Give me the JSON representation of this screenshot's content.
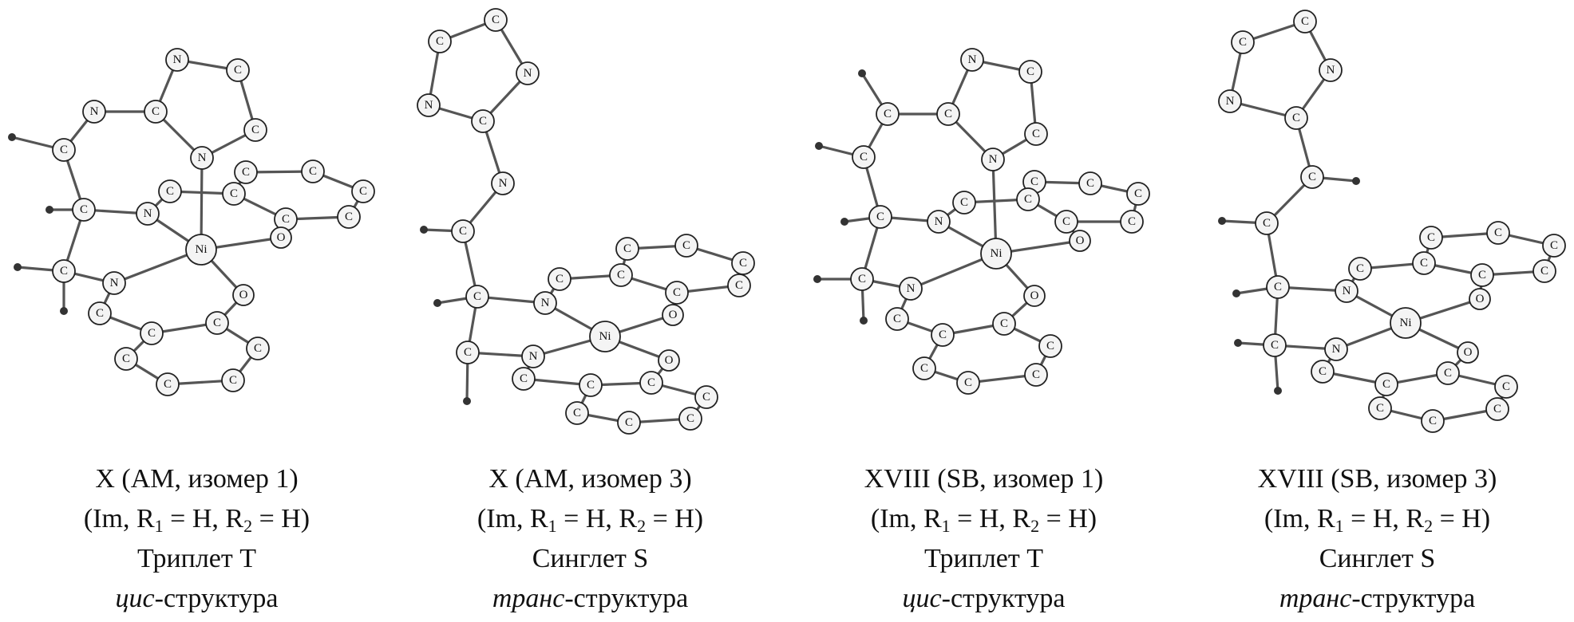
{
  "panels": [
    {
      "line1": "X (AM, изомер 1)",
      "r1": "(Im, R",
      "r1sub": "1",
      "r1mid": " = H, R",
      "r2sub": "2",
      "r1end": " = H)",
      "line3": "Триплет T",
      "line4it": "цис",
      "line4rest": "-структура"
    },
    {
      "line1": "X (AM, изомер 3)",
      "r1": "(Im, R",
      "r1sub": "1",
      "r1mid": " = H, R",
      "r2sub": "2",
      "r1end": " = H)",
      "line3": "Синглет S",
      "line4it": "транс",
      "line4rest": "-структура"
    },
    {
      "line1": "XVIII (SB, изомер 1)",
      "r1": "(Im, R",
      "r1sub": "1",
      "r1mid": " = H, R",
      "r2sub": "2",
      "r1end": " = H)",
      "line3": "Триплет T",
      "line4it": "цис",
      "line4rest": "-структура"
    },
    {
      "line1": "XVIII (SB, изомер 3)",
      "r1": "(Im, R",
      "r1sub": "1",
      "r1mid": " = H, R",
      "r2sub": "2",
      "r1end": " = H)",
      "line3": "Синглет S",
      "line4it": "транс",
      "line4rest": "-структура"
    }
  ],
  "atoms": {
    "c": "C",
    "n": "N",
    "o": "O",
    "ni": "Ni"
  }
}
